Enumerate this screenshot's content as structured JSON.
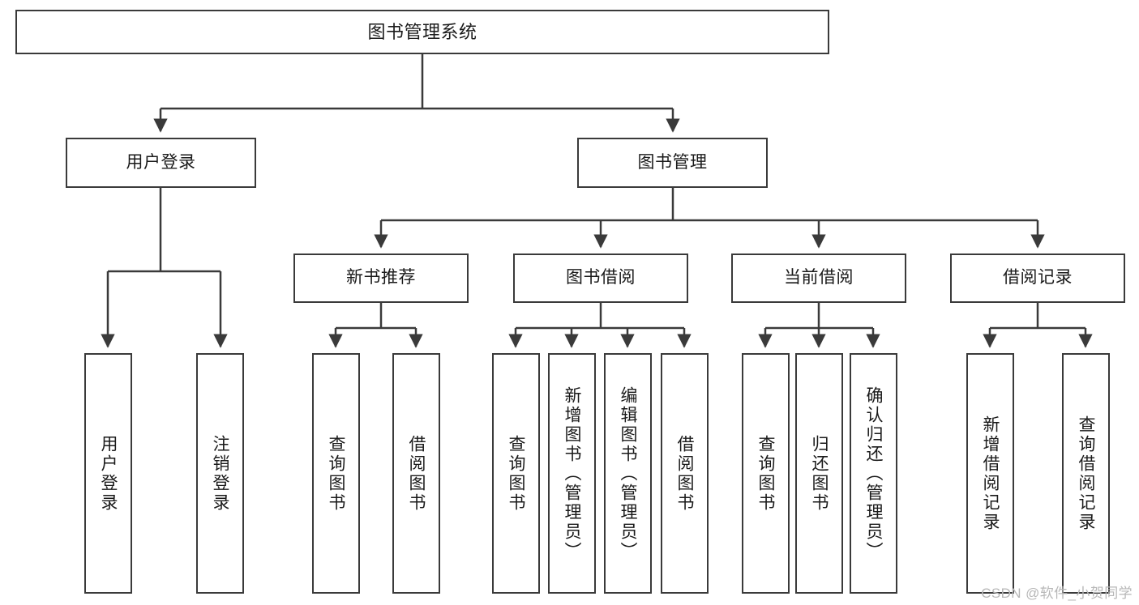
{
  "diagram": {
    "title": "图书管理系统",
    "watermark": "CSDN @软件_小贺同学",
    "line_color": "#3a3a3a",
    "text_color": "#1a1a1a",
    "background": "#ffffff",
    "levels": {
      "root": {
        "label": "图书管理系统"
      },
      "level2": [
        {
          "label": "用户登录"
        },
        {
          "label": "图书管理"
        }
      ],
      "level3": [
        {
          "label": "新书推荐"
        },
        {
          "label": "图书借阅"
        },
        {
          "label": "当前借阅"
        },
        {
          "label": "借阅记录"
        }
      ],
      "leaves_user_login": [
        {
          "label": "用户登录"
        },
        {
          "label": "注销登录"
        }
      ],
      "leaves_new_book": [
        {
          "label": "查询图书"
        },
        {
          "label": "借阅图书"
        }
      ],
      "leaves_borrow": [
        {
          "label": "查询图书"
        },
        {
          "label": "新增图书（管理员）"
        },
        {
          "label": "编辑图书（管理员）"
        },
        {
          "label": "借阅图书"
        }
      ],
      "leaves_current": [
        {
          "label": "查询图书"
        },
        {
          "label": "归还图书"
        },
        {
          "label": "确认归还（管理员）"
        }
      ],
      "leaves_records": [
        {
          "label": "新增借阅记录"
        },
        {
          "label": "查询借阅记录"
        }
      ]
    }
  }
}
